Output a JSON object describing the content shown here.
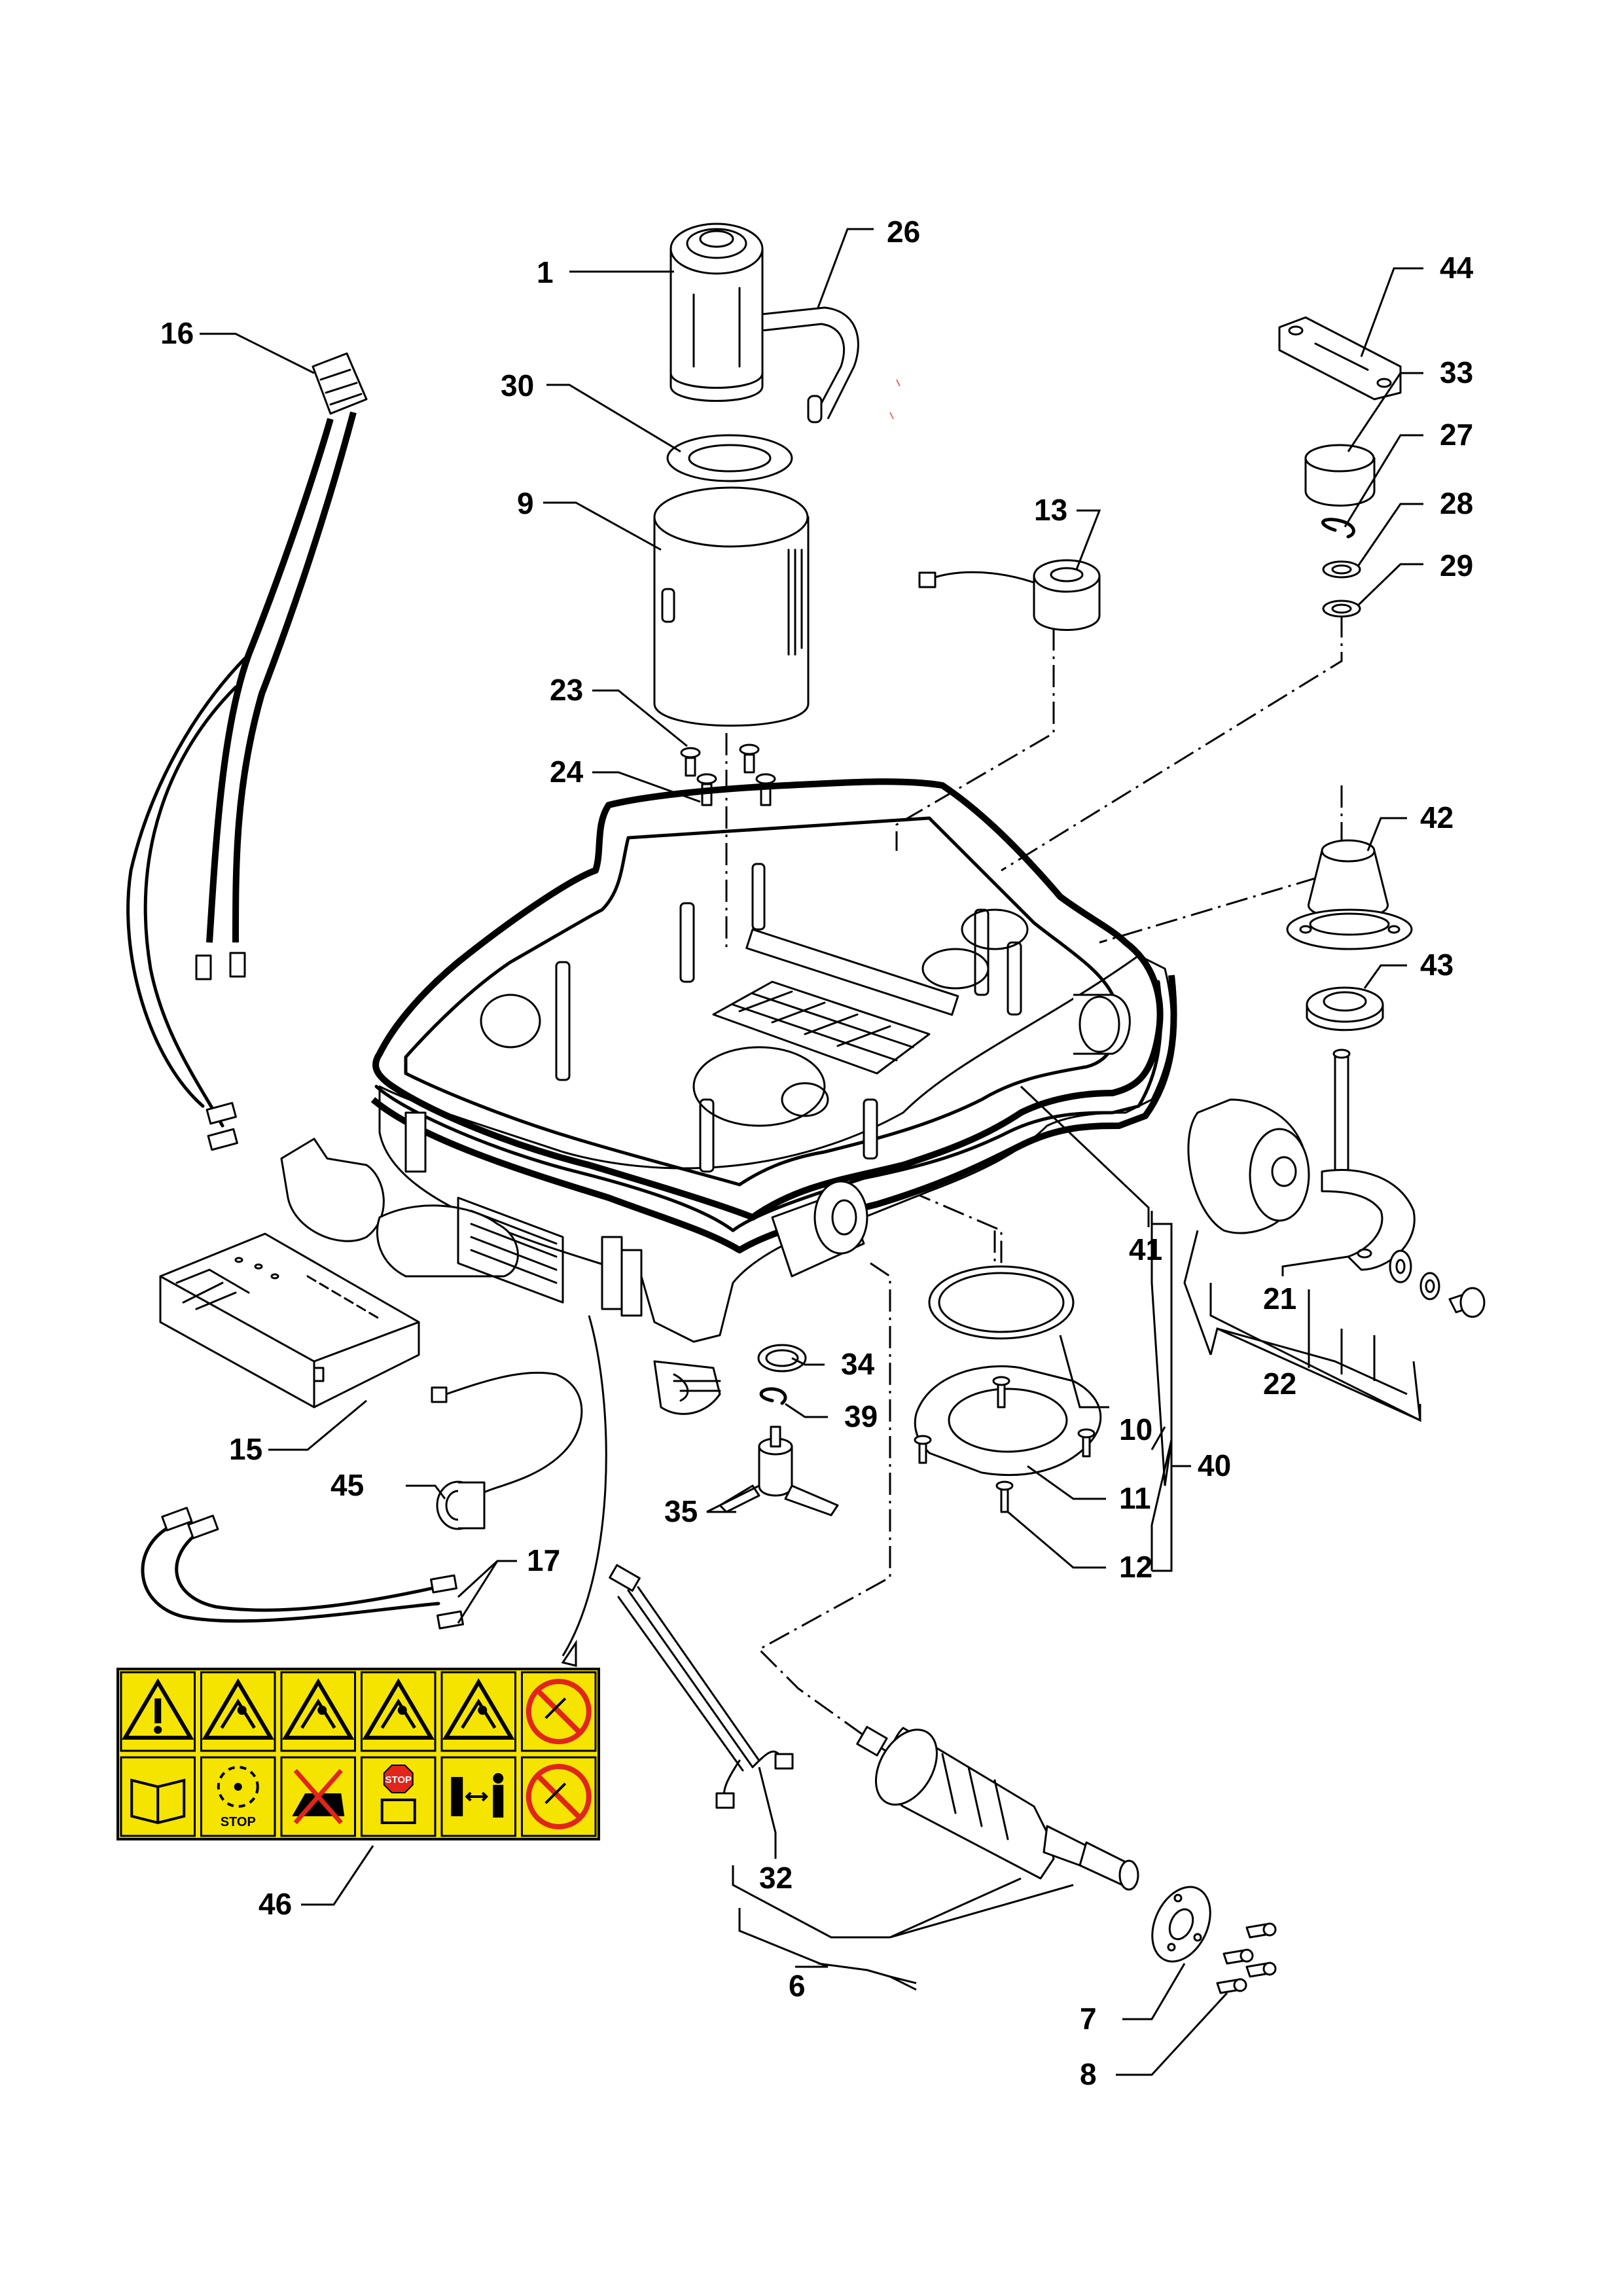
{
  "callouts": [
    {
      "label": "1"
    },
    {
      "label": "26"
    },
    {
      "label": "16"
    },
    {
      "label": "44"
    },
    {
      "label": "30"
    },
    {
      "label": "33"
    },
    {
      "label": "27"
    },
    {
      "label": "9"
    },
    {
      "label": "13"
    },
    {
      "label": "28"
    },
    {
      "label": "29"
    },
    {
      "label": "23"
    },
    {
      "label": "24"
    },
    {
      "label": "42"
    },
    {
      "label": "43"
    },
    {
      "label": "41"
    },
    {
      "label": "21"
    },
    {
      "label": "22"
    },
    {
      "label": "15"
    },
    {
      "label": "34"
    },
    {
      "label": "39"
    },
    {
      "label": "10"
    },
    {
      "label": "40"
    },
    {
      "label": "45"
    },
    {
      "label": "35"
    },
    {
      "label": "11"
    },
    {
      "label": "12"
    },
    {
      "label": "17"
    },
    {
      "label": "46"
    },
    {
      "label": "32"
    },
    {
      "label": "6"
    },
    {
      "label": "7"
    },
    {
      "label": "8"
    }
  ],
  "safety_decal": {
    "background": "#f5e400",
    "cells": [
      {
        "icon": "warning-triangle-icon"
      },
      {
        "icon": "thrown-objects-warning-icon"
      },
      {
        "icon": "hand-cut-warning-icon"
      },
      {
        "icon": "foot-cut-warning-icon"
      },
      {
        "icon": "slip-warning-icon"
      },
      {
        "icon": "no-water-jet-icon"
      },
      {
        "icon": "read-manual-icon"
      },
      {
        "icon": "rotating-blade-stop-icon",
        "text": "STOP"
      },
      {
        "icon": "no-riding-icon"
      },
      {
        "icon": "stop-before-lifting-icon",
        "text": "STOP"
      },
      {
        "icon": "keep-distance-icon"
      },
      {
        "icon": "no-children-pets-icon"
      }
    ]
  },
  "colors": {
    "line": "#000000",
    "decal_yellow": "#f5e400",
    "prohibition_red": "#e1251b"
  }
}
